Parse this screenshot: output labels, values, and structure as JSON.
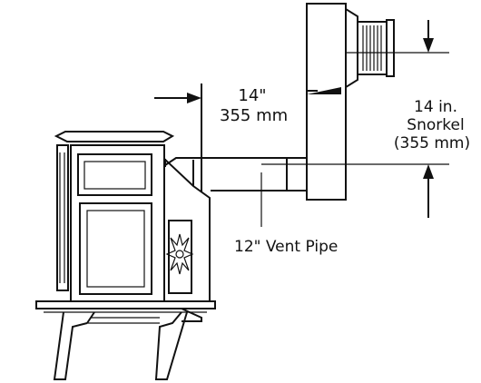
{
  "labels": {
    "pipe_length_value": "14\"",
    "pipe_length_metric": "355 mm",
    "snorkel_line1": "14 in.",
    "snorkel_line2": "Snorkel",
    "snorkel_line3": "(355 mm)",
    "vent_pipe": "12\" Vent Pipe"
  }
}
